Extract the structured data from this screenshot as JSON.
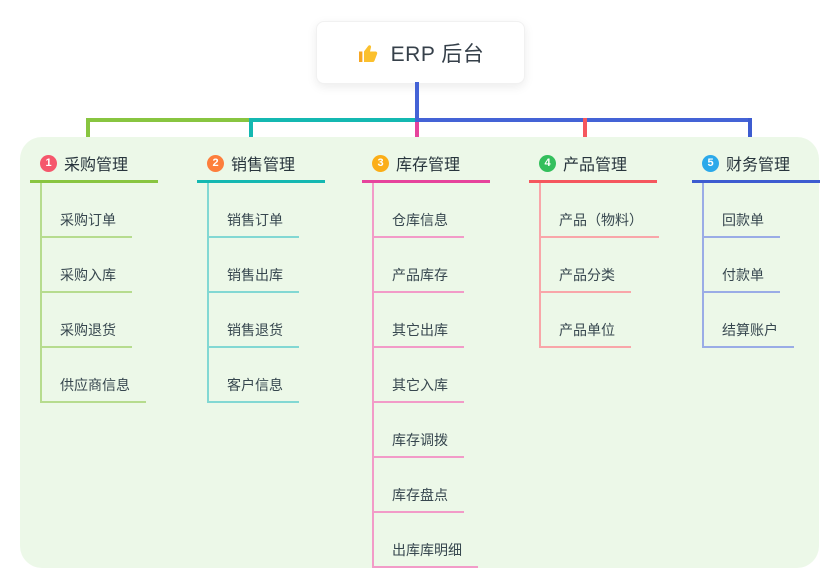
{
  "root": {
    "title": "ERP 后台",
    "icon": "thumbs-up-icon"
  },
  "branches": [
    {
      "badge": "1",
      "label": "采购管理",
      "badge_color": "#f5576c",
      "line_color": "#88c540",
      "child_line_color": "#b6dc8e",
      "children": [
        "采购订单",
        "采购入库",
        "采购退货",
        "供应商信息"
      ]
    },
    {
      "badge": "2",
      "label": "销售管理",
      "badge_color": "#fd7e3c",
      "line_color": "#14b8b1",
      "child_line_color": "#82d8d3",
      "children": [
        "销售订单",
        "销售出库",
        "销售退货",
        "客户信息"
      ]
    },
    {
      "badge": "3",
      "label": "库存管理",
      "badge_color": "#fbae17",
      "line_color": "#e6449c",
      "child_line_color": "#f29bc8",
      "children": [
        "仓库信息",
        "产品库存",
        "其它出库",
        "其它入库",
        "库存调拨",
        "库存盘点",
        "出库库明细"
      ]
    },
    {
      "badge": "4",
      "label": "产品管理",
      "badge_color": "#33bf5c",
      "line_color": "#f5575e",
      "child_line_color": "#f9a6a9",
      "children": [
        "产品（物料）",
        "产品分类",
        "产品单位"
      ]
    },
    {
      "badge": "5",
      "label": "财务管理",
      "badge_color": "#2ba9ea",
      "line_color": "#3d5cd0",
      "child_line_color": "#9aace6",
      "children": [
        "回款单",
        "付款单",
        "结算账户"
      ]
    }
  ],
  "colors": {
    "panel_background": "#ecf8e8",
    "root_connector": "#4463d6",
    "text_dark": "#28353d",
    "text_child": "#37474f"
  }
}
